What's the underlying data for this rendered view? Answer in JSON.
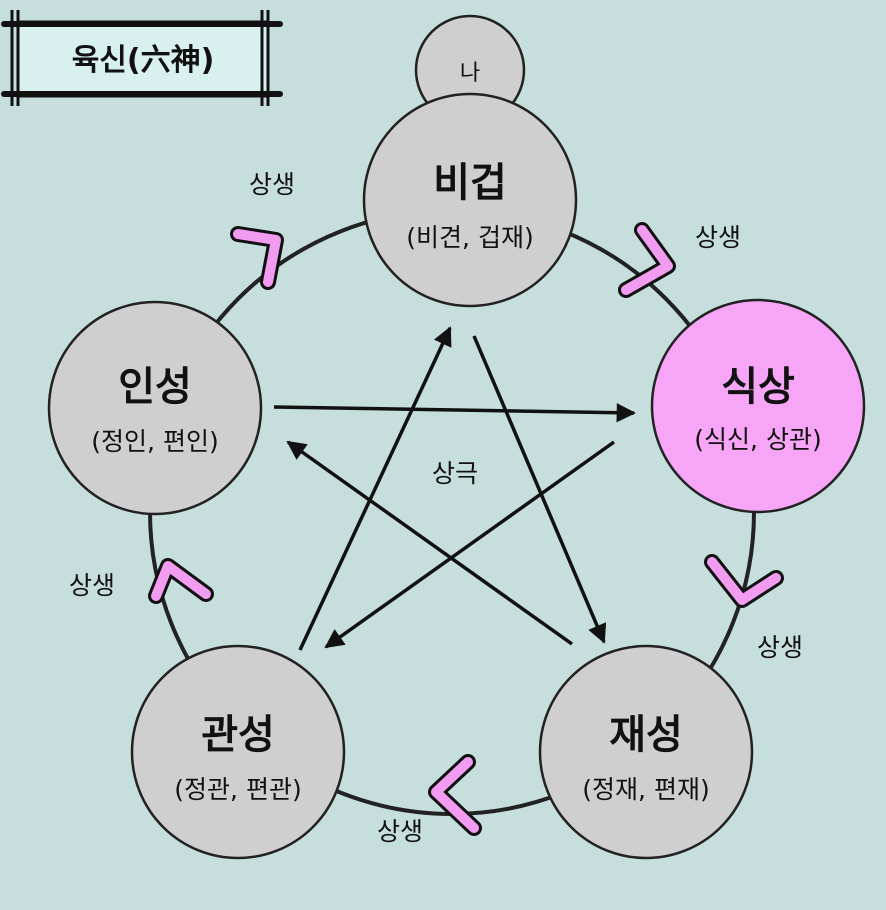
{
  "title": "육신(六神)",
  "me_label": "나",
  "nodes": {
    "bigyeop": {
      "name": "비겁",
      "sub": "(비견, 겁재)",
      "color": "#cfcfcf"
    },
    "siksang": {
      "name": "식상",
      "sub": "(식신, 상관)",
      "color": "#f7a6f7"
    },
    "jaeseong": {
      "name": "재성",
      "sub": "(정재, 편재)",
      "color": "#cfcfcf"
    },
    "gwanseong": {
      "name": "관성",
      "sub": "(정관, 편관)",
      "color": "#cfcfcf"
    },
    "inseong": {
      "name": "인성",
      "sub": "(정인, 편인)",
      "color": "#cfcfcf"
    }
  },
  "sangsaeng_labels": [
    "상생",
    "상생",
    "상생",
    "상생",
    "상생"
  ],
  "sanggeuk_label": "상극",
  "colors": {
    "background": "#c6dedc",
    "chevron": "#f19cf0",
    "line": "#111111",
    "banner_fill": "#d8f1ee"
  }
}
